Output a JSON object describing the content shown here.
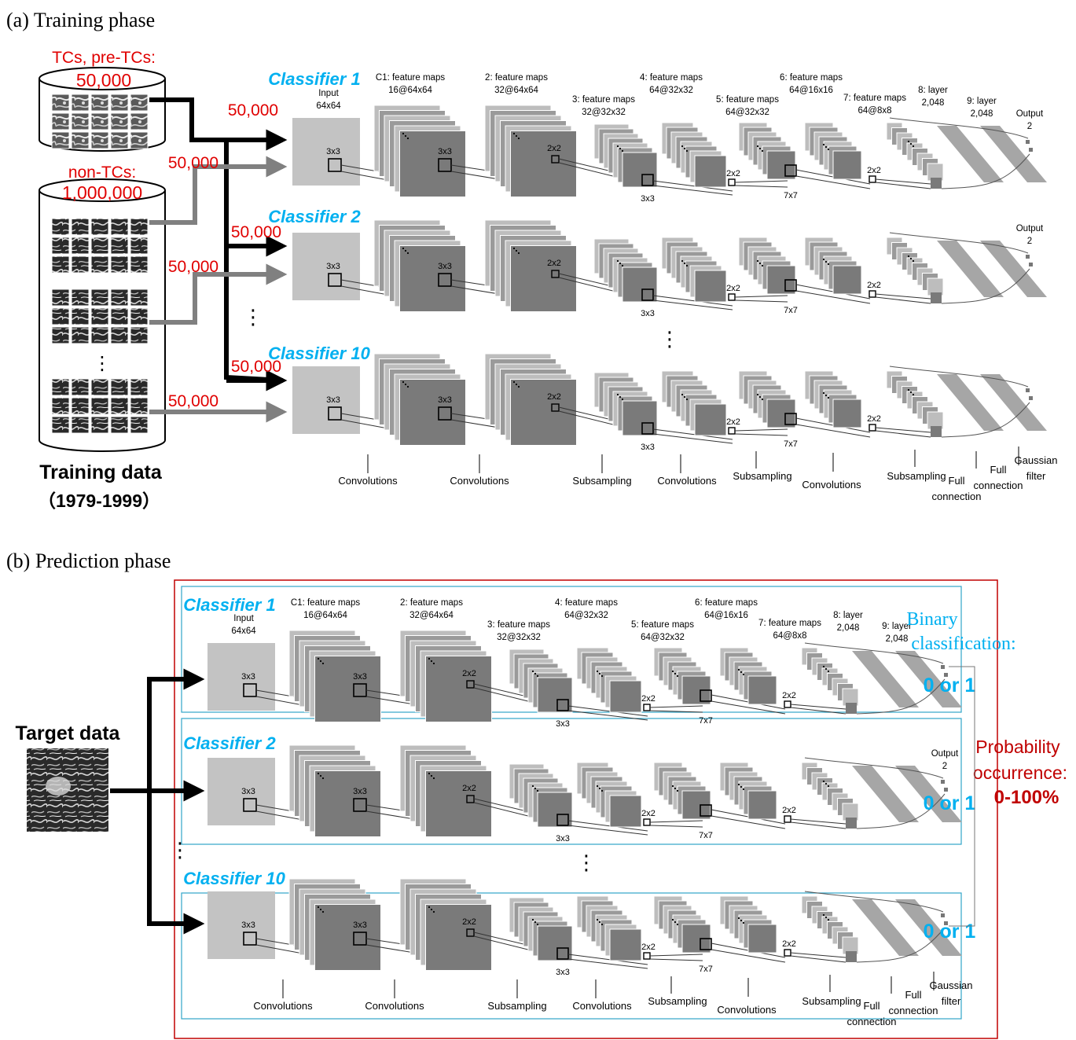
{
  "training": {
    "heading": "(a) Training phase",
    "tcs_label": "TCs, pre-TCs:",
    "tcs_count": "50,000",
    "nontcs_label": "non-TCs:",
    "nontcs_count": "1,000,000",
    "training_data_label": "Training data",
    "training_years": "（1979-1999）",
    "samples_label": "50,000",
    "ellipsis": "⋮",
    "classifiers": [
      "Classifier 1",
      "Classifier 2",
      "Classifier 10"
    ]
  },
  "prediction": {
    "heading": "(b) Prediction phase",
    "target_label": "Target data",
    "ellipsis": "⋮",
    "classifiers": [
      "Classifier 1",
      "Classifier 2",
      "Classifier 10"
    ],
    "binary_label_1": "Binary",
    "binary_label_2": "classification:",
    "binary_result": "0 or 1",
    "probability_label_1": "Probability",
    "probability_label_2": "occurrence:",
    "probability_range": "0-100%"
  },
  "network": {
    "input_1": "Input",
    "input_2": "64x64",
    "c1_1": "C1: feature maps",
    "c1_2": "16@64x64",
    "l2_1": "2: feature maps",
    "l2_2": "32@64x64",
    "l3_1": "3: feature maps",
    "l3_2": "32@32x32",
    "l4_1": "4: feature maps",
    "l4_2": "64@32x32",
    "l5_1": "5: feature maps",
    "l5_2": "64@32x32",
    "l6_1": "6: feature maps",
    "l6_2": "64@16x16",
    "l7_1": "7: feature maps",
    "l7_2": "64@8x8",
    "l8_1": "8: layer",
    "l8_2": "2,048",
    "l9_1": "9: layer",
    "l9_2": "2,048",
    "out_1": "Output",
    "out_2": "2",
    "k3": "3x3",
    "k2": "2x2",
    "k7": "7x7",
    "op_conv": "Convolutions",
    "op_sub": "Subsampling",
    "op_full_1": "Full",
    "op_full_2": "connection",
    "op_gauss_1": "Gaussian",
    "op_gauss_2": "filter"
  },
  "colors": {
    "red": "#e00000",
    "cyan": "#00b0f0",
    "darkred": "#c00000",
    "frame_red": "#c00000",
    "frame_blue": "#31a5c9",
    "map_light": "#bdbdbd",
    "map_mid": "#9a9a9a",
    "map_dark": "#7a7a7a",
    "arrow_black": "#000000",
    "arrow_gray": "#808080"
  }
}
